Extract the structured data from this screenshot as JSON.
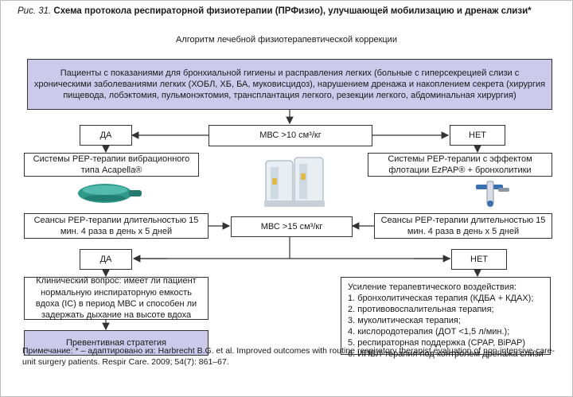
{
  "caption": {
    "prefix": "Рис. 31.",
    "title": "Схема протокола респираторной физиотерапии (ПРФизио), улучшающей мобилизацию и дренаж слизи*"
  },
  "subtitle": "Алгоритм лечебной физиотерапевтической коррекции",
  "top_box": "Пациенты с показаниями для бронхиальной гигиены и расправления легких (больные с гиперсекрецией слизи с хроническими заболеваниями легких (ХОБЛ, ХБ, БА, муковисцидоз), нарушением дренажа и накоплением секрета (хирургия пищевода, лобэктомия, пульмонэктомия, трансплантация легкого, резекции легкого, абдоминальная хирургия)",
  "decision1": {
    "label": "МВС >10 см³/кг",
    "yes": "ДА",
    "no": "НЕТ"
  },
  "left_system": "Системы PEP-терапии вибрационного типа Acapella®",
  "right_system": "Системы PEP-терапии с эффектом флотации EzPAP® + бронхолитики",
  "left_sessions": "Сеансы PEP-терапии длительностью 15 мин. 4 раза в день х 5 дней",
  "right_sessions": "Сеансы PEP-терапии длительностью 15 мин. 4 раза в день х 5 дней",
  "decision2": {
    "label": "МВС >15 см³/кг",
    "yes": "ДА",
    "no": "НЕТ"
  },
  "clinical_question": "Клинический вопрос: имеет ли пациент нормальную инспираторную емкость вдоха (IC) в период МВС и способен ли задержать дыхание на высоте вдоха",
  "prevention": "Превентивная стратегия",
  "intensification": {
    "heading": "Усиление терапевтического воздействия:",
    "items": [
      "1. бронхолитическая терапия (КДБА + КДАХ);",
      "2. противовоспалительная терапия;",
      "3. муколитическая терапия;",
      "4. кислородотерапия (ДОТ <1,5 л/мин.);",
      "5. респираторная поддержка (CPAP, BiPAP)",
      "6. ИПВЛ-терапия под контролем дренажа слизи"
    ]
  },
  "note": "Примечание: * – адаптировано из: Harbrecht B.G. et al. Improved outcomes with routine respiratory therapist evaluation of non-intensive-care-unit surgery patients. Respir Care. 2009; 54(7): 861–67.",
  "colors": {
    "purple_fill": "#ccc9ea",
    "border": "#333333",
    "device_green": "#2f9a8c"
  }
}
